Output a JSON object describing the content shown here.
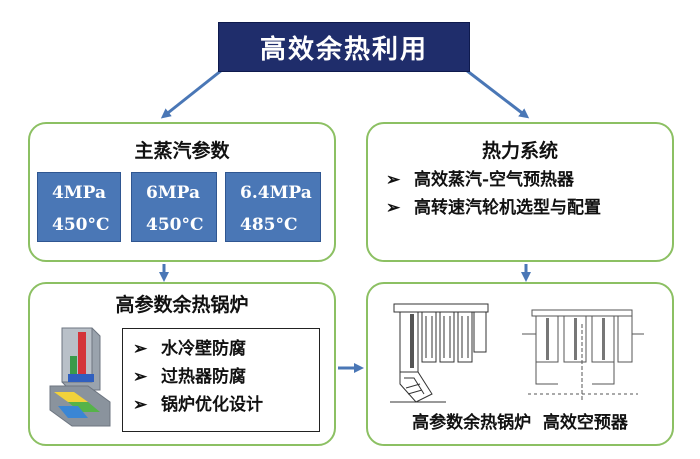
{
  "title": "高效余热利用",
  "panel_main_params": {
    "title": "主蒸汽参数",
    "params": [
      {
        "pressure": "4MPa",
        "temperature": "450°C"
      },
      {
        "pressure": "6MPa",
        "temperature": "450°C"
      },
      {
        "pressure": "6.4MPa",
        "temperature": "485°C"
      }
    ]
  },
  "panel_thermal": {
    "title": "热力系统",
    "items": [
      "高效蒸汽-空气预热器",
      "高转速汽轮机选型与配置"
    ]
  },
  "panel_boiler": {
    "title": "高参数余热锅炉",
    "items": [
      "水冷壁防腐",
      "过热器防腐",
      "锅炉优化设计"
    ]
  },
  "panel_drawings": {
    "label": "高参数余热锅炉  高效空预器"
  },
  "bullet_mark": "➢",
  "colors": {
    "title_bg": "#1f2d6b",
    "panel_border": "#8cc063",
    "param_bg": "#4a77b6",
    "arrow": "#4a77b6"
  }
}
